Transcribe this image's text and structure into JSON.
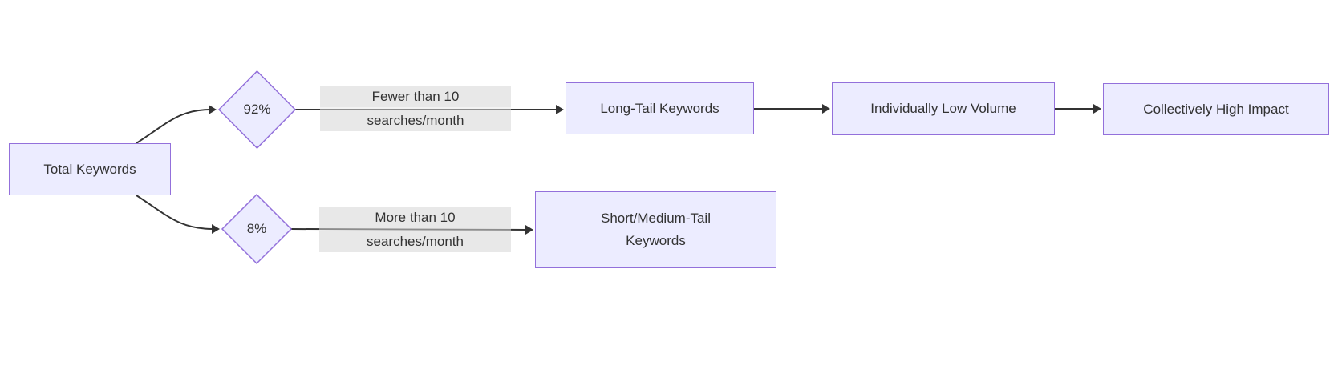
{
  "nodes": {
    "total": {
      "label": "Total Keywords"
    },
    "branch92": {
      "label": "92%"
    },
    "branch8": {
      "label": "8%"
    },
    "long_tail": {
      "label": "Long-Tail Keywords"
    },
    "individually_low": {
      "label": "Individually Low Volume"
    },
    "collectively_high": {
      "label": "Collectively High Impact"
    },
    "short_medium": {
      "line1": "Short/Medium-Tail",
      "line2": "Keywords"
    }
  },
  "edge_labels": {
    "fewer": {
      "line1": "Fewer than 10",
      "line2": "searches/month"
    },
    "more": {
      "line1": "More than 10",
      "line2": "searches/month"
    }
  },
  "edges": [
    {
      "from": "Total Keywords",
      "to": "92%",
      "label": ""
    },
    {
      "from": "92%",
      "to": "Long-Tail Keywords",
      "label": "Fewer than 10 searches/month"
    },
    {
      "from": "Long-Tail Keywords",
      "to": "Individually Low Volume",
      "label": ""
    },
    {
      "from": "Individually Low Volume",
      "to": "Collectively High Impact",
      "label": ""
    },
    {
      "from": "Total Keywords",
      "to": "8%",
      "label": ""
    },
    {
      "from": "8%",
      "to": "Short/Medium-Tail Keywords",
      "label": "More than 10 searches/month"
    }
  ],
  "colors": {
    "node_fill": "#ECECFF",
    "node_border": "#9370DB",
    "edge_label_bg": "#E8E8E8",
    "edge_line": "#333333",
    "text": "#333333",
    "background": "#FFFFFF"
  }
}
